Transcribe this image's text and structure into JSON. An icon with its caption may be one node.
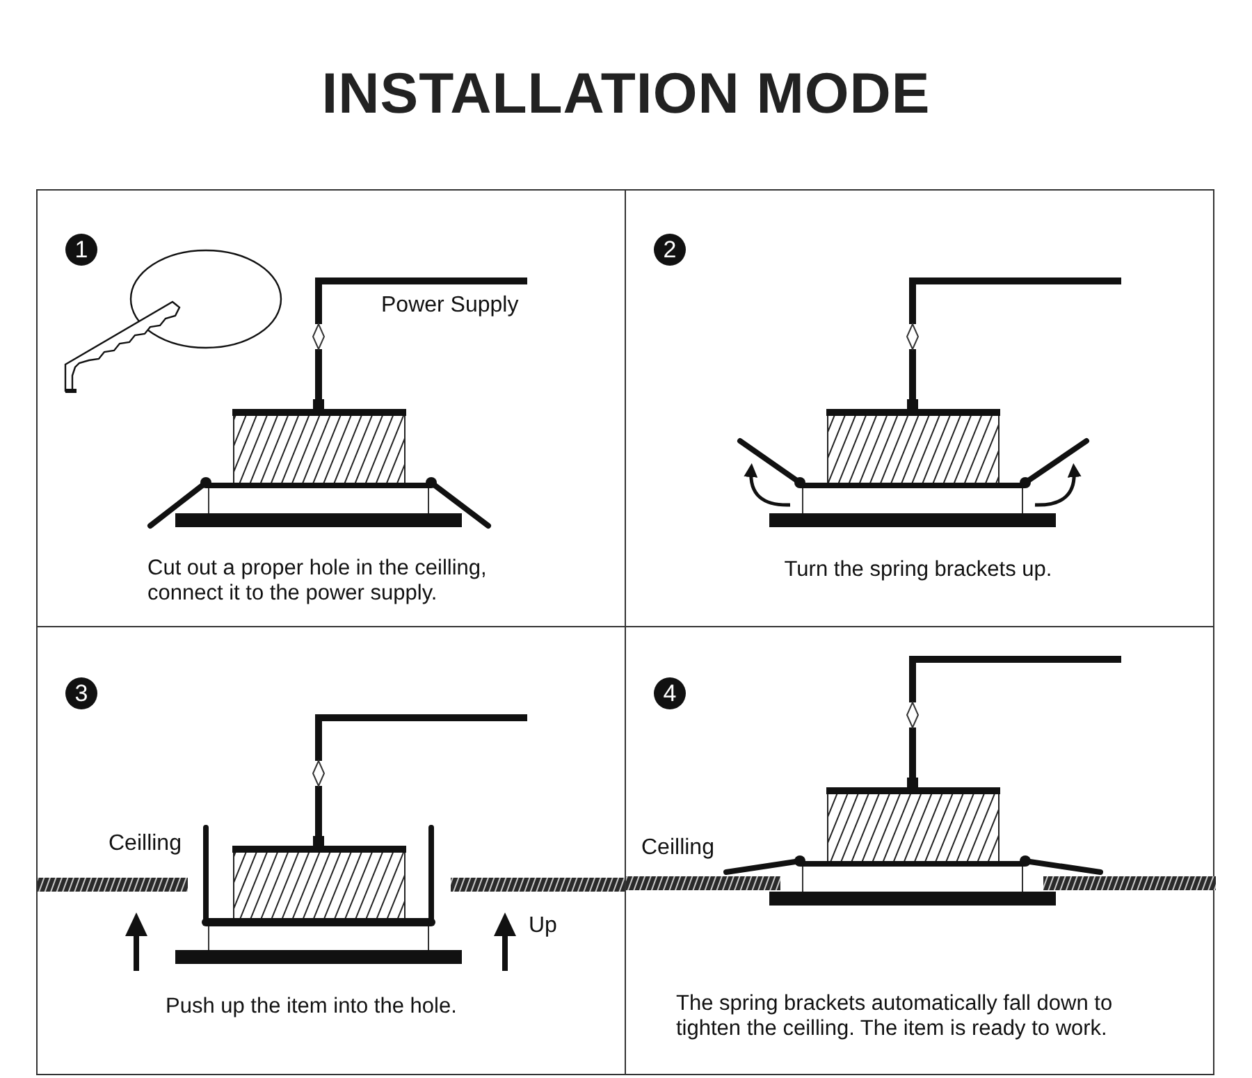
{
  "diagram": {
    "title": "INSTALLATION MODE",
    "nodes": [
      {
        "text": [
          "1",
          "Power Supply",
          "Cut out a proper hole in the ceilling, connect it to the power supply."
        ]
      },
      {
        "text": [
          "2",
          "Turn the spring brackets up."
        ]
      },
      {
        "text": [
          "3",
          "Ceilling",
          "Up",
          "Push up the item into the hole."
        ]
      },
      {
        "text": [
          "4",
          "Ceilling",
          "The spring brackets automatically fall down to tighten the ceilling. The item is ready to work."
        ]
      }
    ]
  }
}
